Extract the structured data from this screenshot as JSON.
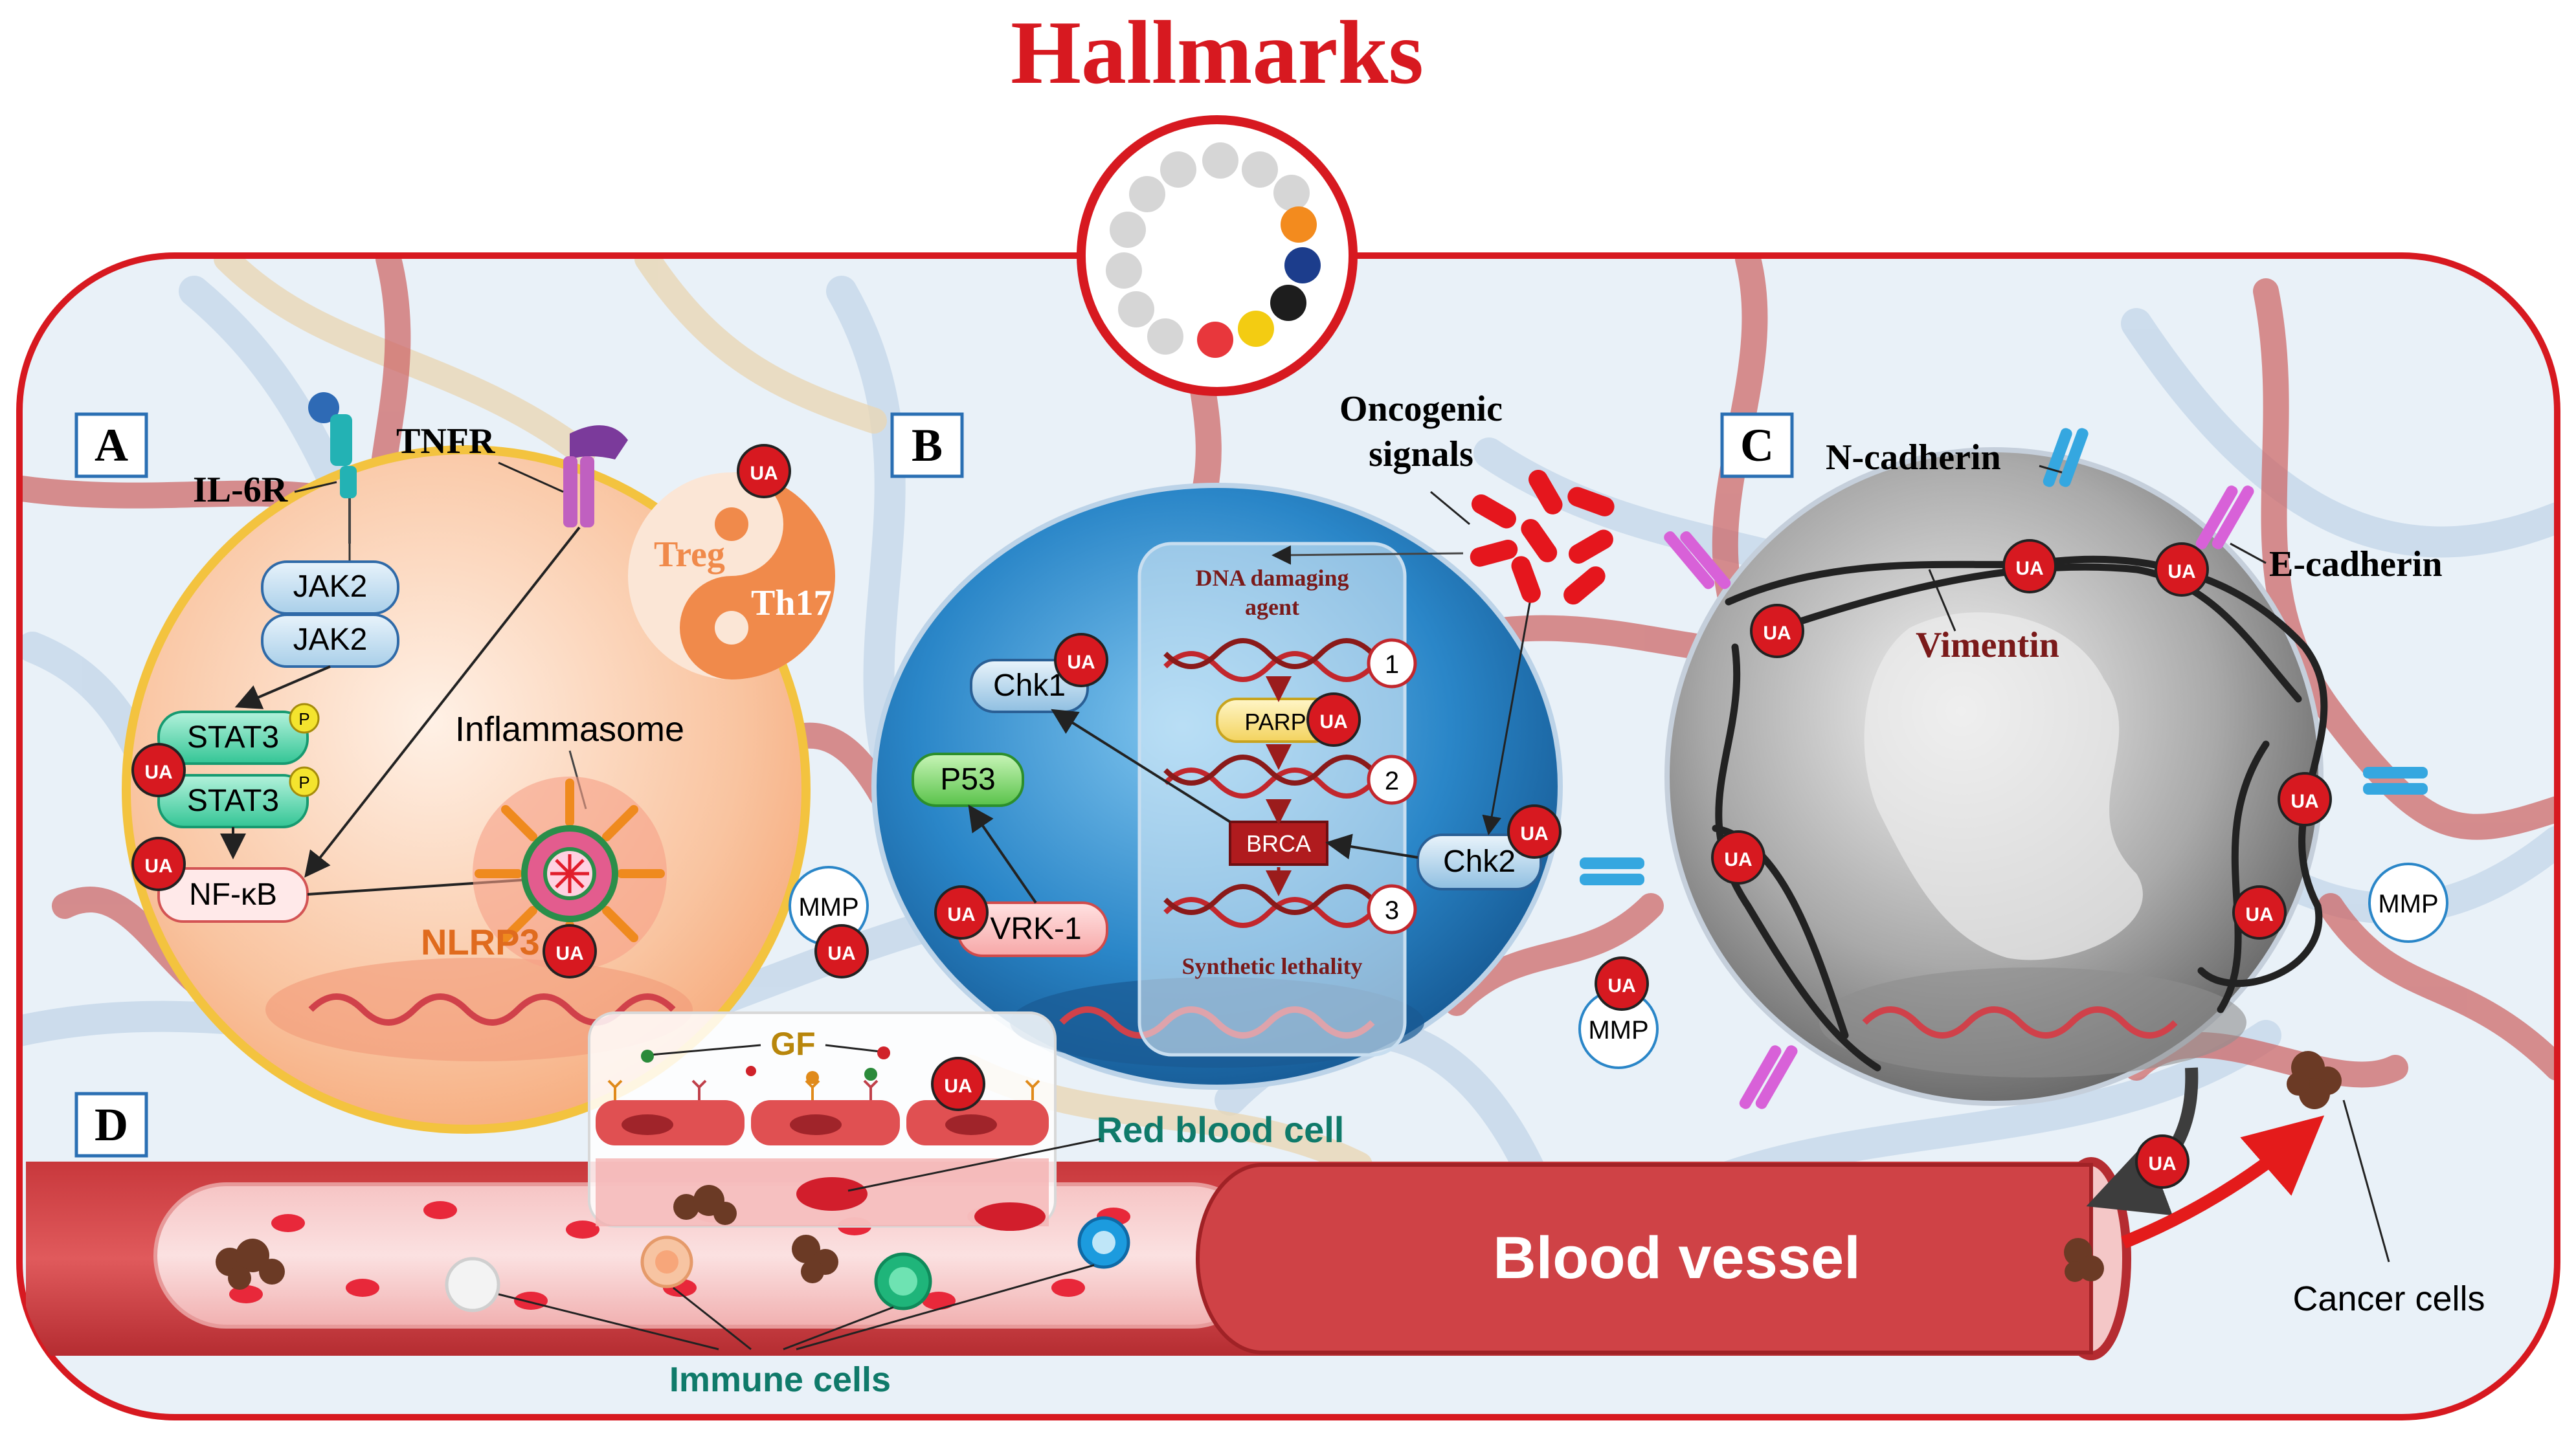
{
  "title": "Hallmarks",
  "panels": {
    "a": "A",
    "b": "B",
    "c": "C",
    "d": "D"
  },
  "badges": {
    "ua": "UA",
    "p": "P"
  },
  "panel_a": {
    "il6r": "IL-6R",
    "tnfr": "TNFR",
    "jak2_1": "JAK2",
    "jak2_2": "JAK2",
    "stat3_1": "STAT3",
    "stat3_2": "STAT3",
    "nfkb": "NF-κB",
    "inflammasome": "Inflammasome",
    "nlrp3": "NLRP3",
    "treg": "Treg",
    "th17": "Th17",
    "mmp": "MMP"
  },
  "panel_b": {
    "oncogenic_signals": [
      "Oncogenic",
      "signals"
    ],
    "dna_damaging": [
      "DNA damaging",
      "agent"
    ],
    "chk1": "Chk1",
    "p53": "P53",
    "vrk1": "VRK-1",
    "chk2": "Chk2",
    "parp": "PARP",
    "brca": "BRCA",
    "steps": [
      "1",
      "2",
      "3"
    ],
    "synthetic_lethality": "Synthetic lethality",
    "mmp": "MMP"
  },
  "panel_c": {
    "n_cadherin": "N-cadherin",
    "e_cadherin": "E-cadherin",
    "vimentin": "Vimentin",
    "mmp": "MMP",
    "cancer_cells": "Cancer cells"
  },
  "panel_d": {
    "gf": "GF",
    "red_blood_cell": "Red blood cell",
    "blood_vessel": "Blood vessel",
    "immune_cells": "Immune cells"
  },
  "colors": {
    "brand_red": "#d71920",
    "vessel_red": "#d2464a",
    "text_teal": "#0f7a6a",
    "cell_a_orange": "#f7b184",
    "cell_b_blue": "#2a86c8",
    "cell_c_gray": "#9a9a9a"
  }
}
